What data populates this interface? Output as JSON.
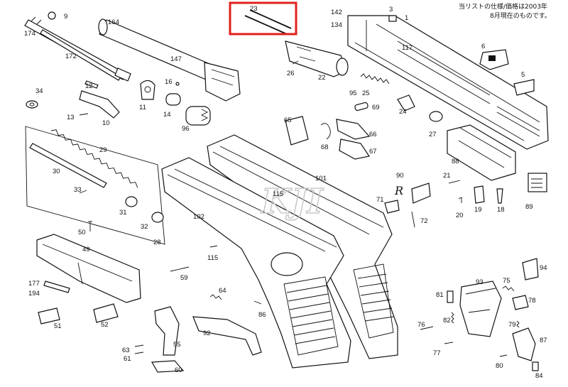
{
  "note": {
    "line1": "当リストの仕様/価格は2003年",
    "line2": "8月現在のものです。"
  },
  "watermark": "KJI",
  "highlight_color": "#e0201c",
  "labels": {
    "l174": "174",
    "l9": "9",
    "l172": "172",
    "l34": "34",
    "l164": "164",
    "l147": "147",
    "l23": "23",
    "l26": "26",
    "l22": "22",
    "l142": "142",
    "l134": "134",
    "l3": "3",
    "l1": "1",
    "l117": "117",
    "l6": "6",
    "l5": "5",
    "l12": "12",
    "l16": "16",
    "l11": "11",
    "l14": "14",
    "l13": "13",
    "l10": "10",
    "l96": "96",
    "l95": "95",
    "l25": "25",
    "l69": "69",
    "l24": "24",
    "l27": "27",
    "l65": "65",
    "l66": "66",
    "l67": "67",
    "l68": "68",
    "l29": "29",
    "l30": "30",
    "l33": "33",
    "l31": "31",
    "l32": "32",
    "l28": "28",
    "l50": "50",
    "l49": "49",
    "l177": "177",
    "l194": "194",
    "l51": "51",
    "l52": "52",
    "l59": "59",
    "l64": "64",
    "l115a": "115",
    "l115b": "115",
    "l102": "102",
    "l101": "101",
    "l90": "90",
    "l71": "71",
    "l72": "72",
    "l88": "88",
    "l21": "21",
    "l20": "20",
    "l19": "19",
    "l18": "18",
    "l89": "89",
    "l86": "86",
    "l92": "92",
    "l55": "55",
    "l63": "63",
    "l61": "61",
    "l60": "60",
    "l93": "93",
    "l75": "75",
    "l94": "94",
    "l81": "81",
    "l78": "78",
    "l82": "82",
    "l79": "79",
    "l76": "76",
    "l77": "77",
    "l87": "87",
    "l80": "80",
    "l84": "84"
  }
}
